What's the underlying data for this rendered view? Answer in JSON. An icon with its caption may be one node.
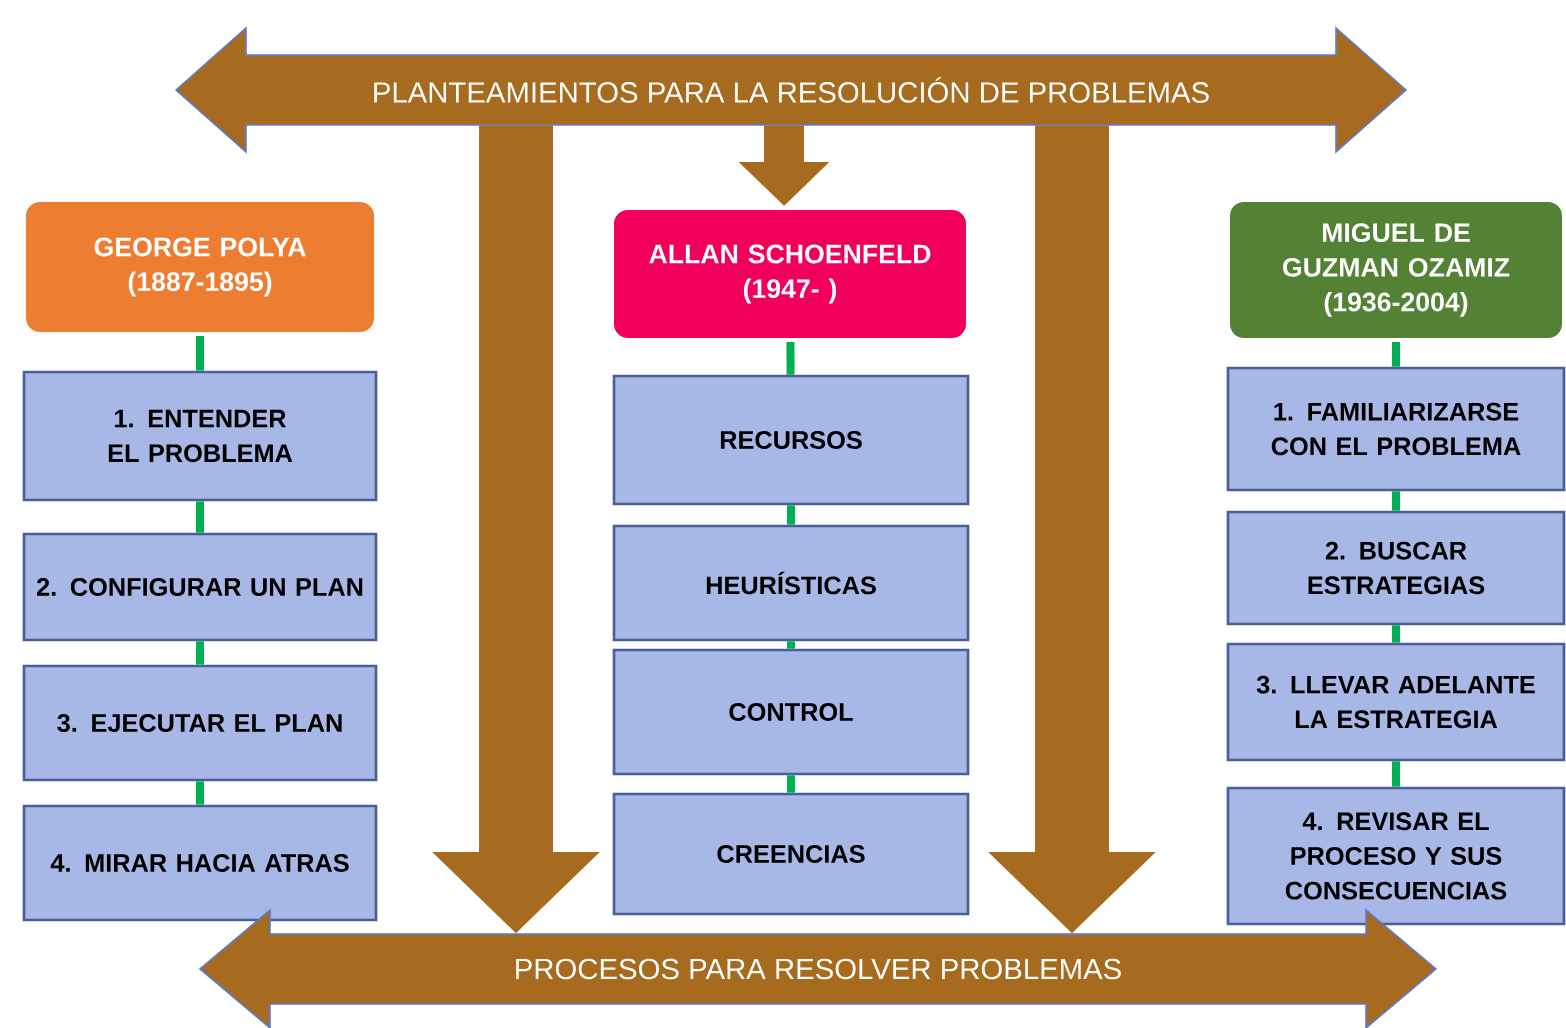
{
  "diagram": {
    "nodes": [
      {
        "text": [
          "PLANTEAMIENTOS PARA LA RESOLUCIÓN DE PROBLEMAS"
        ]
      },
      {
        "text": [
          "GEORGE POLYA",
          "(1887-1895)"
        ]
      },
      {
        "text": [
          "1. ENTENDER EL PROBLEMA"
        ]
      },
      {
        "text": [
          "2. CONFIGURAR UN PLAN"
        ]
      },
      {
        "text": [
          "3. EJECUTAR EL PLAN"
        ]
      },
      {
        "text": [
          "4. MIRAR HACIA ATRAS"
        ]
      },
      {
        "text": [
          "ALLAN SCHOENFELD",
          "(1947- )"
        ]
      },
      {
        "text": [
          "RECURSOS"
        ]
      },
      {
        "text": [
          "HEURÍSTICAS"
        ]
      },
      {
        "text": [
          "CONTROL"
        ]
      },
      {
        "text": [
          "CREENCIAS"
        ]
      },
      {
        "text": [
          "MIGUEL DE GUZMAN OZAMIZ",
          "(1936-2004)"
        ]
      },
      {
        "text": [
          "1. FAMILIARIZARSE CON EL PROBLEMA"
        ]
      },
      {
        "text": [
          "2. BUSCAR ESTRATEGIAS"
        ]
      },
      {
        "text": [
          "3. LLEVAR ADELANTE LA ESTRATEGIA"
        ]
      },
      {
        "text": [
          "4. REVISAR EL PROCESO Y SUS CONSECUENCIAS"
        ]
      },
      {
        "text": [
          "PROCESOS PARA RESOLVER PROBLEMAS"
        ]
      }
    ],
    "edges": [
      {
        "from": 0,
        "to": 16,
        "arrow": "to",
        "style": "thick",
        "color": "#a66b1e"
      },
      {
        "from": 0,
        "to": 6,
        "arrow": "to",
        "style": "thick",
        "color": "#a66b1e"
      },
      {
        "from": 0,
        "to": 16,
        "arrow": "to",
        "style": "thick",
        "color": "#a66b1e"
      },
      {
        "from": 1,
        "to": 2,
        "arrow": "none"
      },
      {
        "from": 2,
        "to": 3,
        "arrow": "none"
      },
      {
        "from": 3,
        "to": 4,
        "arrow": "none"
      },
      {
        "from": 4,
        "to": 5,
        "arrow": "none"
      },
      {
        "from": 6,
        "to": 7,
        "arrow": "none"
      },
      {
        "from": 7,
        "to": 8,
        "arrow": "none"
      },
      {
        "from": 8,
        "to": 9,
        "arrow": "none"
      },
      {
        "from": 9,
        "to": 10,
        "arrow": "none"
      },
      {
        "from": 11,
        "to": 12,
        "arrow": "none"
      },
      {
        "from": 12,
        "to": 13,
        "arrow": "none"
      },
      {
        "from": 13,
        "to": 14,
        "arrow": "none"
      },
      {
        "from": 14,
        "to": 15,
        "arrow": "none"
      }
    ]
  }
}
